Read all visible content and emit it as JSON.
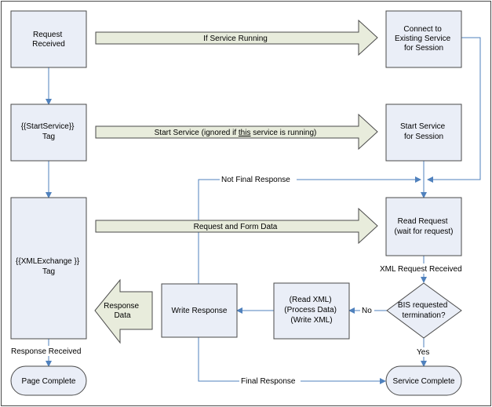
{
  "colors": {
    "box_fill": "#eaeef7",
    "box_stroke": "#4a4a4a",
    "connector": "#4f81bd",
    "arrow_fill": "#e8ecdc",
    "arrow_stroke": "#4a4a4a",
    "border": "#4a4a4a"
  },
  "boxes": {
    "request_received": [
      "Request",
      "Received"
    ],
    "startservice_tag": [
      "{{StartService}}",
      "Tag"
    ],
    "xmlexchange_tag": [
      "{{XMLExchange }}",
      "Tag"
    ],
    "connect_existing": [
      "Connect to",
      "Existing Service",
      "for Session"
    ],
    "start_service": [
      "Start Service",
      "for Session"
    ],
    "read_request": [
      "Read Request",
      "(wait for request)"
    ],
    "process_xml": [
      "(Read XML)",
      "(Process Data)",
      "(Write XML)"
    ],
    "write_response": [
      "Write Response"
    ],
    "decision": [
      "BIS requested",
      "termination?"
    ],
    "page_complete": [
      "Page Complete"
    ],
    "service_complete": [
      "Service Complete"
    ]
  },
  "block_arrows": {
    "if_service_running": "If Service Running",
    "start_service_ignored": {
      "prefix": "Start Service (ignored if ",
      "emphasis": "this",
      "suffix": " service is running)"
    },
    "request_form_data": "Request and Form Data",
    "response_data": [
      "Response",
      "Data"
    ]
  },
  "labels": {
    "not_final_response": "Not Final Response",
    "xml_request_received": "XML Request Received",
    "no": "No",
    "yes": "Yes",
    "response_received": "Response Received",
    "final_response": "Final Response"
  }
}
